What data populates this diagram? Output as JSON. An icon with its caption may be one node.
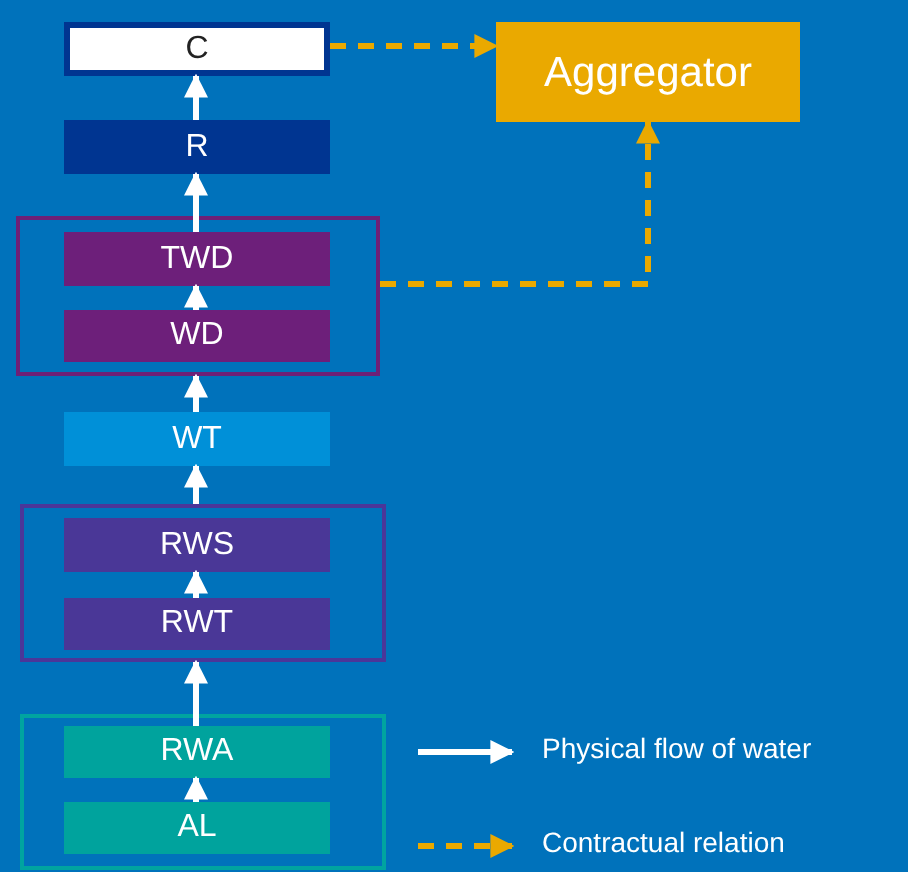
{
  "diagram": {
    "nodes": [
      {
        "text": [
          "C"
        ]
      },
      {
        "text": [
          "Aggregator"
        ]
      },
      {
        "text": [
          "R"
        ]
      },
      {
        "text": [],
        "shape": "box"
      },
      {
        "text": [
          "TWD"
        ],
        "in": 3
      },
      {
        "text": [
          "WD"
        ],
        "in": 3
      },
      {
        "text": [
          "WT"
        ]
      },
      {
        "text": [],
        "shape": "box"
      },
      {
        "text": [
          "RWS"
        ],
        "in": 7
      },
      {
        "text": [
          "RWT"
        ],
        "in": 7
      },
      {
        "text": [],
        "shape": "box"
      },
      {
        "text": [
          "RWA"
        ],
        "in": 10
      },
      {
        "text": [
          "AL"
        ],
        "in": 10
      }
    ],
    "edges": [
      {
        "from": 2,
        "to": 0,
        "arrow": "to"
      },
      {
        "from": 4,
        "to": 2,
        "arrow": "to"
      },
      {
        "from": 5,
        "to": 4,
        "arrow": "to"
      },
      {
        "from": 6,
        "to": 3,
        "arrow": "to"
      },
      {
        "from": 7,
        "to": 6,
        "arrow": "to"
      },
      {
        "from": 9,
        "to": 8,
        "arrow": "to"
      },
      {
        "from": 11,
        "to": 7,
        "arrow": "to"
      },
      {
        "from": 12,
        "to": 11,
        "arrow": "to"
      },
      {
        "from": 0,
        "to": 1,
        "arrow": "to",
        "style": "dashed",
        "color": "#eaa900"
      },
      {
        "from": 3,
        "to": 1,
        "arrow": "to",
        "style": "dashed",
        "color": "#eaa900"
      }
    ],
    "legend": [
      {
        "text": "Physical flow of water"
      },
      {
        "text": "Contractual relation"
      }
    ]
  }
}
